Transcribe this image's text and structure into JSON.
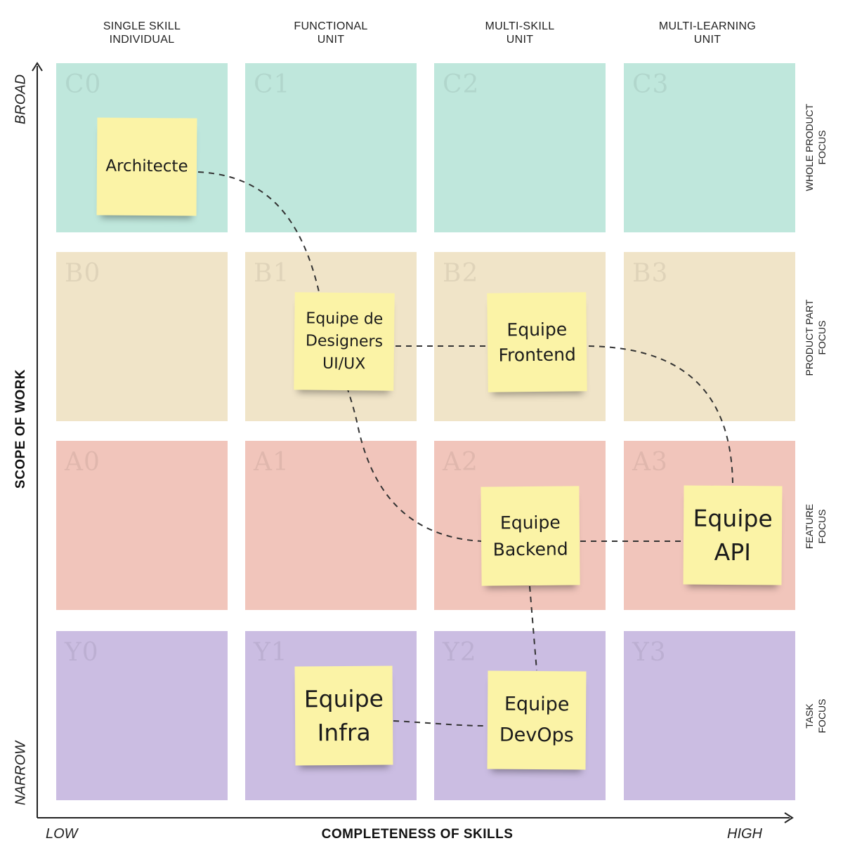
{
  "columns": [
    {
      "line1": "SINGLE SKILL",
      "line2": "INDIVIDUAL"
    },
    {
      "line1": "FUNCTIONAL",
      "line2": "UNIT"
    },
    {
      "line1": "MULTI-SKILL",
      "line2": "UNIT"
    },
    {
      "line1": "MULTI-LEARNING",
      "line2": "UNIT"
    }
  ],
  "rows": [
    {
      "line1": "WHOLE PRODUCT",
      "line2": "FOCUS",
      "color": "#bfe7dc",
      "codes": [
        "C0",
        "C1",
        "C2",
        "C3"
      ]
    },
    {
      "line1": "PRODUCT PART",
      "line2": "FOCUS",
      "color": "#f0e4c8",
      "codes": [
        "B0",
        "B1",
        "B2",
        "B3"
      ]
    },
    {
      "line1": "FEATURE",
      "line2": "FOCUS",
      "color": "#f1c5bb",
      "codes": [
        "A0",
        "A1",
        "A2",
        "A3"
      ]
    },
    {
      "line1": "TASK",
      "line2": "FOCUS",
      "color": "#cbbde2",
      "codes": [
        "Y0",
        "Y1",
        "Y2",
        "Y3"
      ]
    }
  ],
  "axes": {
    "y_title": "SCOPE OF WORK",
    "y_high": "BROAD",
    "y_low": "NARROW",
    "x_title": "COMPLETENESS OF SKILLS",
    "x_low": "LOW",
    "x_high": "HIGH"
  },
  "notes": {
    "architecte": {
      "line1": "Architecte",
      "line2": "",
      "line3": ""
    },
    "designers": {
      "line1": "Equipe de",
      "line2": "Designers",
      "line3": "UI/UX"
    },
    "frontend": {
      "line1": "Equipe",
      "line2": "Frontend",
      "line3": ""
    },
    "backend": {
      "line1": "Equipe",
      "line2": "Backend",
      "line3": ""
    },
    "api": {
      "line1": "Equipe",
      "line2": "API",
      "line3": ""
    },
    "infra": {
      "line1": "Equipe",
      "line2": "Infra",
      "line3": ""
    },
    "devops": {
      "line1": "Equipe",
      "line2": "DevOps",
      "line3": ""
    }
  },
  "colors": {
    "note": "#fbf3a6",
    "axis": "#222222",
    "connector": "#333333"
  }
}
